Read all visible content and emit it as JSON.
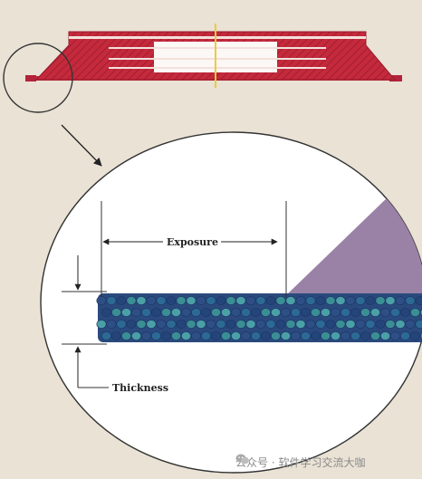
{
  "labels": {
    "exposure": "Exposure",
    "thickness": "Thickness"
  },
  "watermark": {
    "text": "公众号 · 软件学习交流大咖"
  },
  "colors": {
    "background": "#e9e2d5",
    "blade_red": "#c42a3c",
    "blade_light": "#f4e0dc",
    "hub_white": "#fbf8f6",
    "center_line": "#e9cd3a",
    "magnified_field": "#ffffff",
    "diamond_blue": "#2e4f86",
    "diamond_teal": "#3a8e94",
    "bond_matrix": "#9a82a6",
    "outline": "#333333"
  }
}
